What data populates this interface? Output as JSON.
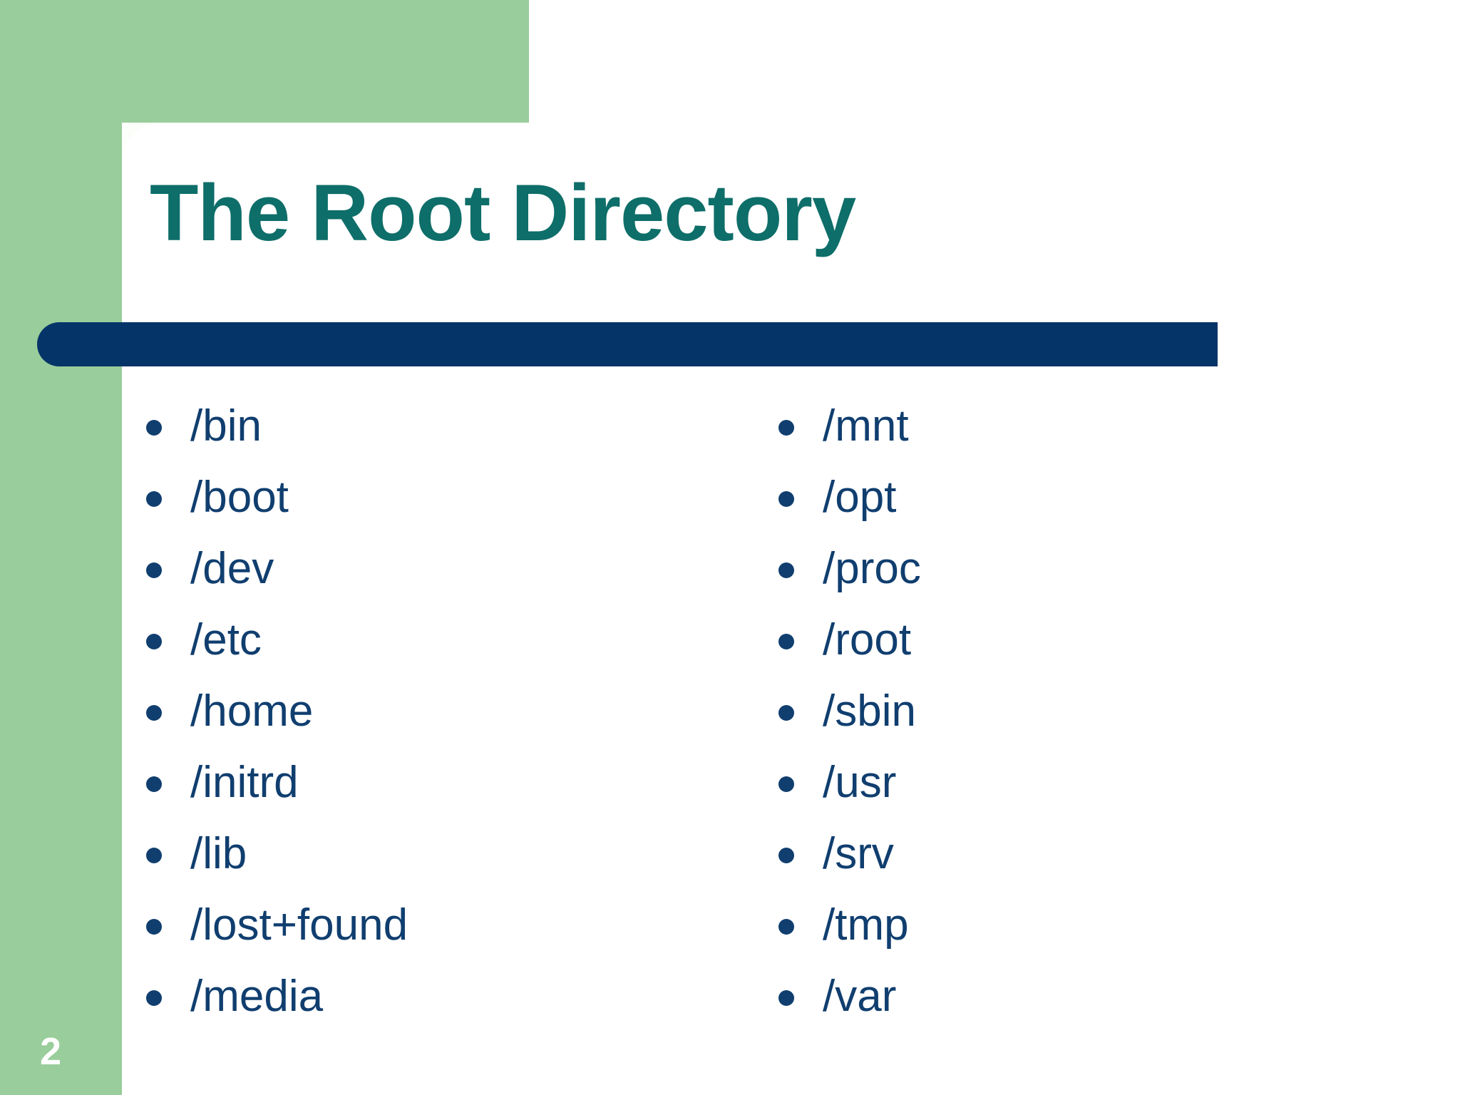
{
  "slide": {
    "title": "The Root Directory",
    "page_number": "2",
    "colors": {
      "accent_green": "#99cd9b",
      "title_teal": "#0e6e69",
      "bar_navy": "#053469",
      "text_navy": "#103e6f",
      "card_white": "#ffffff",
      "background": "#fcfefa"
    }
  },
  "content": {
    "left_column": [
      {
        "label": "/bin"
      },
      {
        "label": "/boot"
      },
      {
        "label": "/dev"
      },
      {
        "label": "/etc"
      },
      {
        "label": "/home"
      },
      {
        "label": "/initrd"
      },
      {
        "label": "/lib"
      },
      {
        "label": "/lost+found"
      },
      {
        "label": "/media"
      }
    ],
    "right_column": [
      {
        "label": "/mnt"
      },
      {
        "label": "/opt"
      },
      {
        "label": "/proc"
      },
      {
        "label": "/root"
      },
      {
        "label": "/sbin"
      },
      {
        "label": "/usr"
      },
      {
        "label": "/srv"
      },
      {
        "label": "/tmp"
      },
      {
        "label": "/var"
      }
    ]
  }
}
